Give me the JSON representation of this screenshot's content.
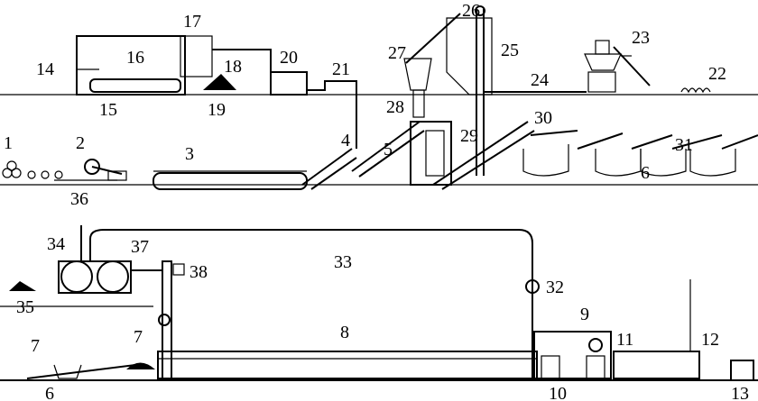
{
  "callouts": {
    "c1": "1",
    "c2": "2",
    "c3": "3",
    "c4": "4",
    "c5": "5",
    "c6a": "6",
    "c6b": "6",
    "c7a": "7",
    "c7b": "7",
    "c8": "8",
    "c9": "9",
    "c10": "10",
    "c11": "11",
    "c12": "12",
    "c13": "13",
    "c14": "14",
    "c15": "15",
    "c16": "16",
    "c17": "17",
    "c18": "18",
    "c19": "19",
    "c20": "20",
    "c21": "21",
    "c22": "22",
    "c23": "23",
    "c24": "24",
    "c25": "25",
    "c26": "26",
    "c27": "27",
    "c28": "28",
    "c29": "29",
    "c30": "30",
    "c31": "31",
    "c32": "32",
    "c33": "33",
    "c34": "34",
    "c35": "35",
    "c36": "36",
    "c37": "37",
    "c38": "38"
  }
}
